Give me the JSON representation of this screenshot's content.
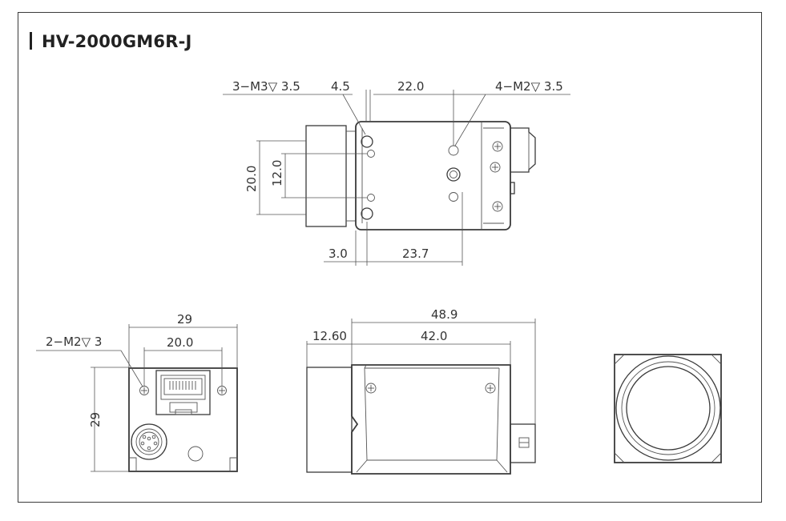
{
  "title": "HV-2000GM6R-J",
  "top_view": {
    "callout_left": "3−M3▽ 3.5",
    "callout_right": "4−M2▽ 3.5",
    "dim_4_5": "4.5",
    "dim_22_0": "22.0",
    "dim_20_0": "20.0",
    "dim_12_0": "12.0",
    "dim_3_0": "3.0",
    "dim_23_7": "23.7"
  },
  "back_view": {
    "dim_width": "29",
    "dim_hole_span": "20.0",
    "dim_height": "29",
    "callout": "2−M2▽ 3"
  },
  "side_view": {
    "dim_total": "48.9",
    "dim_body": "42.0",
    "dim_lens": "12.60"
  }
}
